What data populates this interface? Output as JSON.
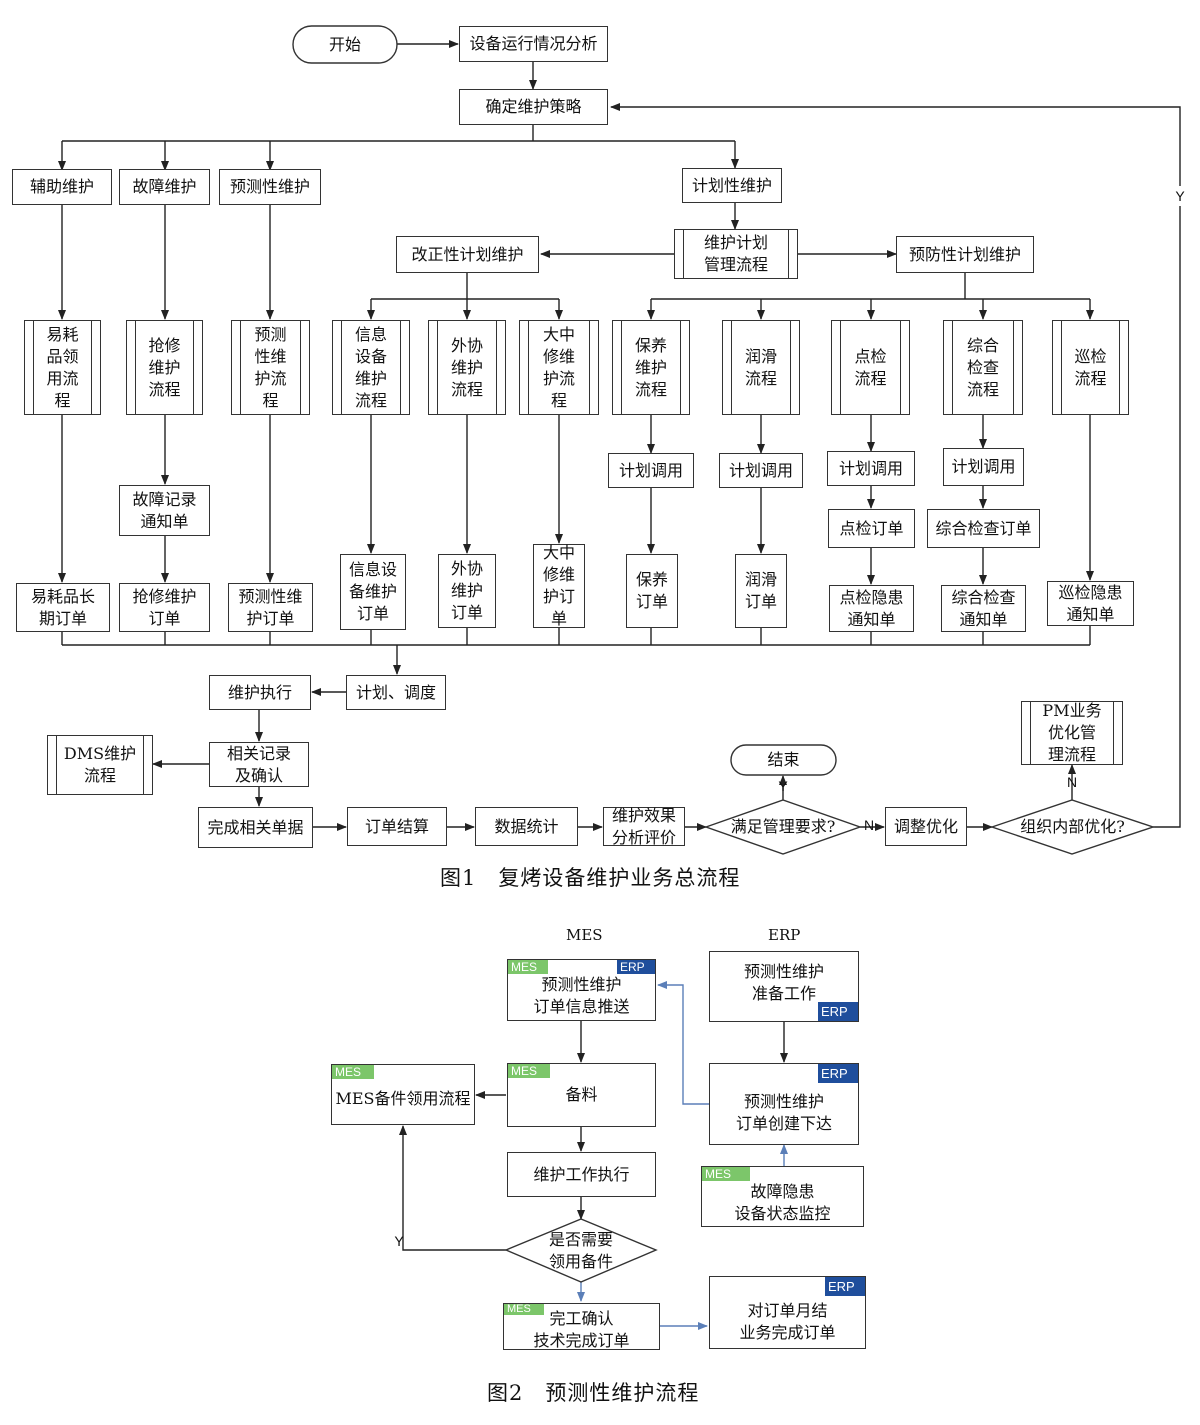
{
  "fig1": {
    "caption": "图1　复烤设备维护业务总流程",
    "start": "开始",
    "analysis": "设备运行情况分析",
    "strategy": "确定维护策略",
    "types": {
      "aux": "辅助维护",
      "fault": "故障维护",
      "predict": "预测性维护",
      "plan": "计划性维护"
    },
    "plan_mgmt": "维护计划\n管理流程",
    "corrective": "改正性计划维护",
    "preventive": "预防性计划维护",
    "processes": {
      "consumable": "易耗\n品领\n用流\n程",
      "repair": "抢修\n维护\n流程",
      "predictive": "预测\n性维\n护流\n程",
      "it": "信息\n设备\n维护\n流程",
      "outsource": "外协\n维护\n流程",
      "overhaul": "大中\n修维\n护流\n程",
      "upkeep": "保养\n维护\n流程",
      "lube": "润滑\n流程",
      "spot": "点检\n流程",
      "comprehensive": "综合\n检查\n流程",
      "patrol": "巡检\n流程"
    },
    "call_plan": "计划调用",
    "fault_notice": "故障记录\n通知单",
    "spot_order": "点检订单",
    "comp_order": "综合检查订单",
    "orders": {
      "consumable": "易耗品长\n期订单",
      "repair": "抢修维护\n订单",
      "predictive": "预测性维\n护订单",
      "it": "信息设\n备维护\n订单",
      "outsource": "外协\n维护\n订单",
      "overhaul": "大中\n修维\n护订\n单",
      "upkeep": "保养\n订单",
      "lube": "润滑\n订单",
      "spot": "点检隐患\n通知单",
      "comprehensive": "综合检查\n通知单",
      "patrol": "巡检隐患\n通知单"
    },
    "schedule": "计划、调度",
    "execute": "维护执行",
    "dms": "DMS维护\n流程",
    "record": "相关记录\n及确认",
    "docs": "完成相关单据",
    "settle": "订单结算",
    "stats": "数据统计",
    "evaluate": "维护效果\n分析评价",
    "satisfy": "满足管理要求?",
    "end": "结束",
    "adjust": "调整优化",
    "optimize": "组织内部优化?",
    "pm": "PM业务\n优化管\n理流程",
    "y": "Y",
    "n": "N"
  },
  "fig2": {
    "caption": "图2　预测性维护流程",
    "col_mes": "MES",
    "col_erp": "ERP",
    "tag_mes": "MES",
    "tag_erp": "ERP",
    "push": "预测性维护\n订单信息推送",
    "prep": "预测性维护\n准备工作",
    "mes_parts": "MES备件领用流程",
    "stock": "备料",
    "create": "预测性维护\n订单创建下达",
    "exec": "维护工作执行",
    "monitor": "故障隐患\n设备状态监控",
    "need": "是否需要\n领用备件",
    "confirm": "完工确认\n技术完成订单",
    "month": "对订单月结\n业务完成订单",
    "y": "Y"
  },
  "colors": {
    "mes_tag": "#7cc66a",
    "erp_tag": "#1f4e9c",
    "blue_arrow": "#5b7fb8"
  }
}
